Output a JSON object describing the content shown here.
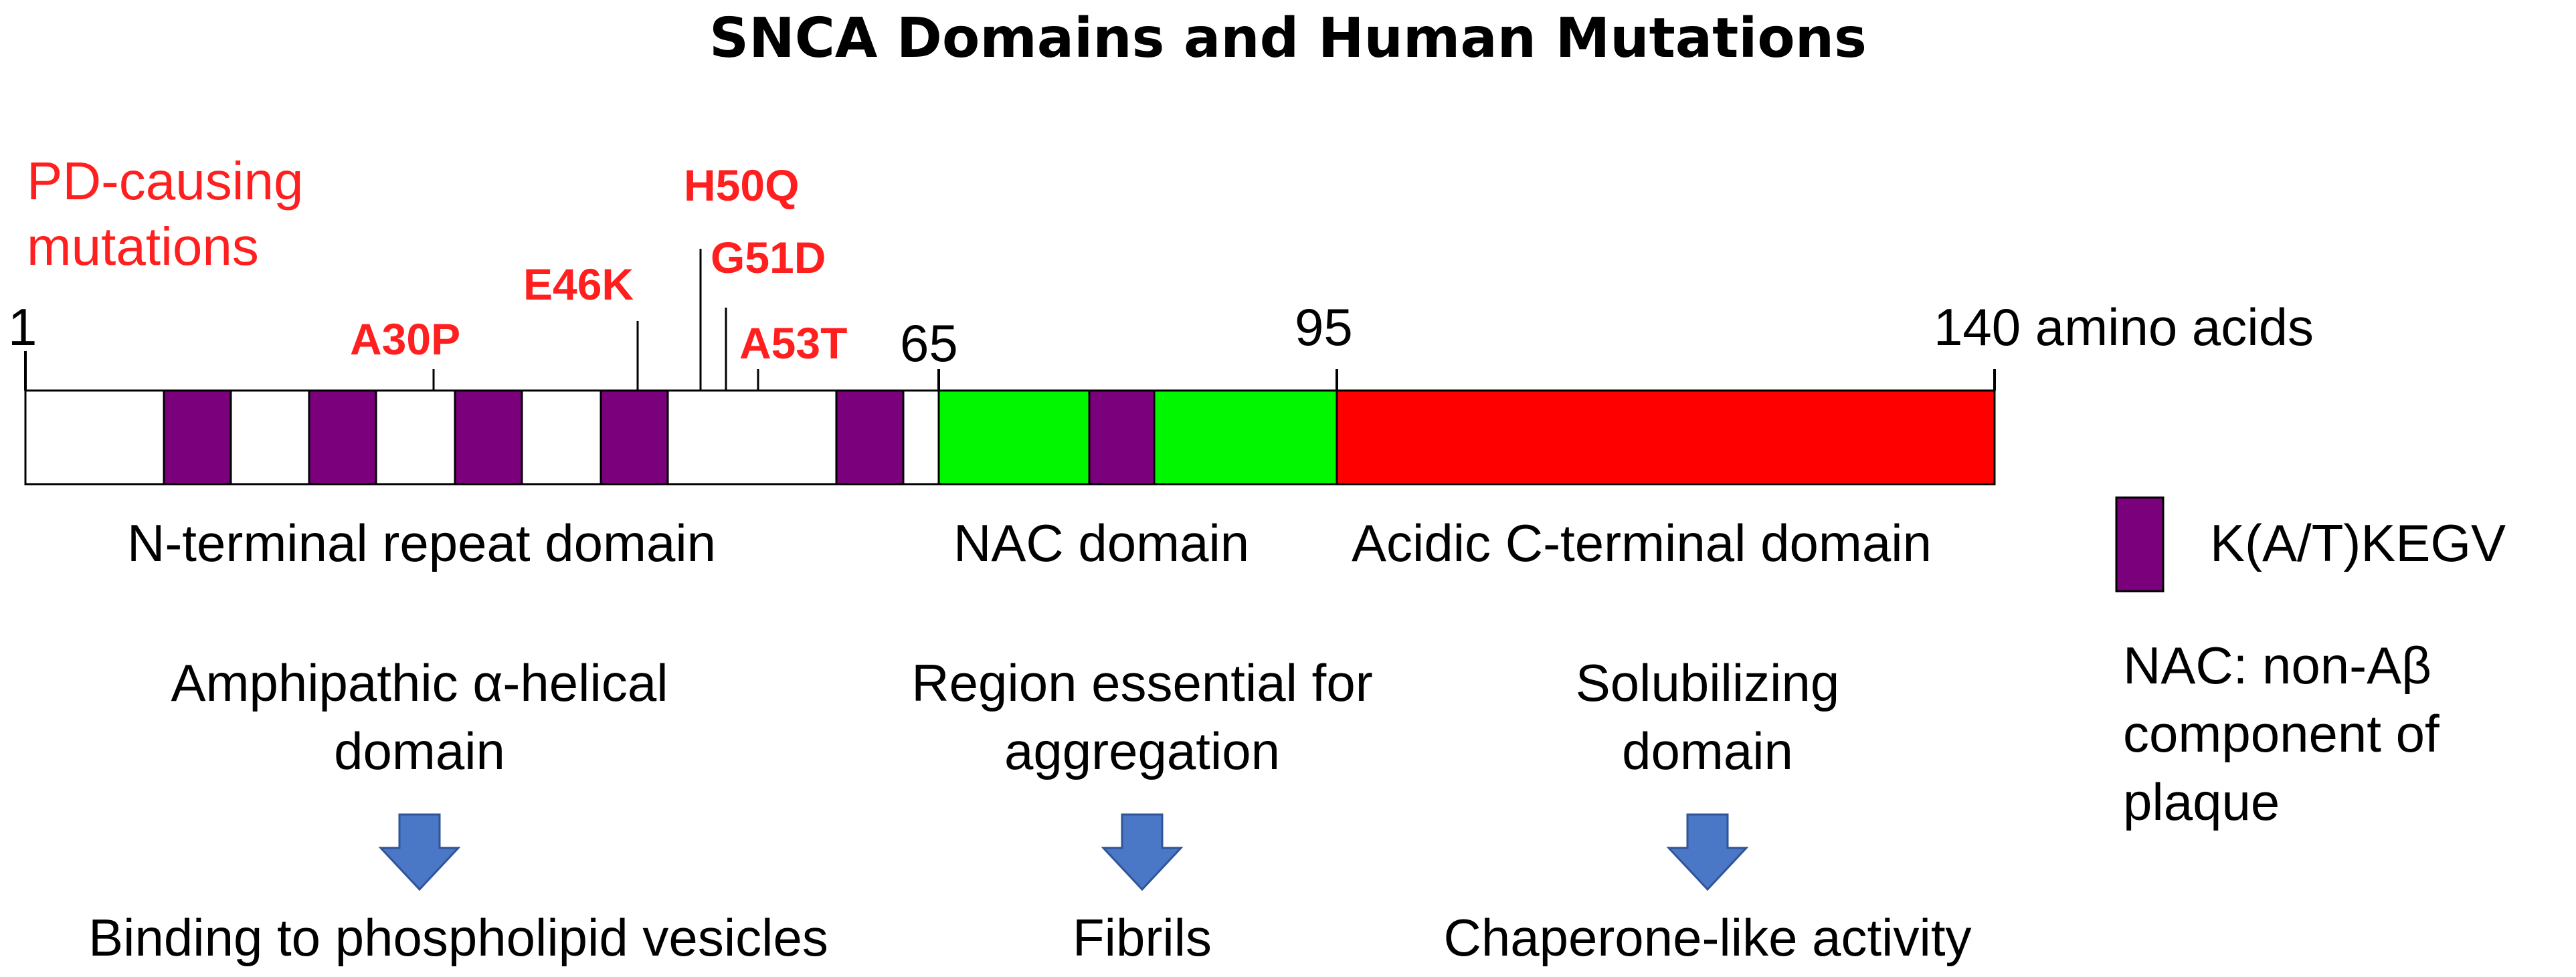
{
  "title": "SNCA Domains and Human Mutations",
  "pd_label_line1": "PD-causing",
  "pd_label_line2": "mutations",
  "positions": {
    "start": "1",
    "nac_start": "65",
    "nac_end": "95",
    "end": "140 amino acids"
  },
  "mutations": [
    "A30P",
    "E46K",
    "H50Q",
    "G51D",
    "A53T"
  ],
  "domains": {
    "n_terminal": "N-terminal repeat domain",
    "nac": "NAC domain",
    "c_terminal": "Acidic C-terminal domain"
  },
  "legend": {
    "motif": "K(A/T)KEGV",
    "nac_def_line1": "NAC: non-Aβ",
    "nac_def_line2": "component of",
    "nac_def_line3": "plaque"
  },
  "functions": {
    "n_terminal_line1": "Amphipathic α-helical",
    "n_terminal_line2": "domain",
    "nac_line1": "Region essential for",
    "nac_line2": "aggregation",
    "c_terminal_line1": "Solubilizing",
    "c_terminal_line2": "domain"
  },
  "results": {
    "n_terminal": "Binding to phospholipid vesicles",
    "nac": "Fibrils",
    "c_terminal": "Chaperone-like activity"
  },
  "colors": {
    "mutation_red": "#ff1f1f",
    "nac_green": "#00f700",
    "c_terminal_red": "#ff0000",
    "motif_purple": "#7b007b",
    "arrow_blue": "#4a78c6"
  }
}
